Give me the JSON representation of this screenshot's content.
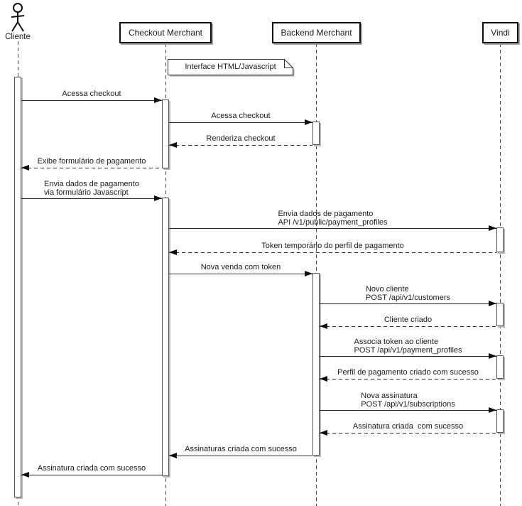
{
  "diagram": {
    "type": "uml-sequence",
    "participants": [
      {
        "id": "cliente",
        "name": "Cliente",
        "kind": "actor"
      },
      {
        "id": "checkout",
        "name": "Checkout Merchant",
        "kind": "participant"
      },
      {
        "id": "backend",
        "name": "Backend Merchant",
        "kind": "participant"
      },
      {
        "id": "vindi",
        "name": "Vindi",
        "kind": "participant"
      }
    ],
    "note": {
      "text": "Interface HTML/Javascript",
      "attached_to": "checkout"
    },
    "messages": [
      {
        "from": "cliente",
        "to": "checkout",
        "line": "solid",
        "lines": [
          "Acessa checkout"
        ]
      },
      {
        "from": "checkout",
        "to": "backend",
        "line": "solid",
        "lines": [
          "Acessa checkout"
        ]
      },
      {
        "from": "backend",
        "to": "checkout",
        "line": "dashed",
        "lines": [
          "Renderiza checkout"
        ]
      },
      {
        "from": "checkout",
        "to": "cliente",
        "line": "dashed",
        "lines": [
          "Exibe formulário de pagamento"
        ]
      },
      {
        "from": "cliente",
        "to": "checkout",
        "line": "solid",
        "lines": [
          "Envia dados de pagamento",
          "via formulário Javascript"
        ]
      },
      {
        "from": "checkout",
        "to": "vindi",
        "line": "solid",
        "lines": [
          "Envia dados de pagamento",
          "API /v1/public/payment_profiles"
        ]
      },
      {
        "from": "vindi",
        "to": "checkout",
        "line": "dashed",
        "lines": [
          "Token temporário do perfil de pagamento"
        ]
      },
      {
        "from": "checkout",
        "to": "backend",
        "line": "solid",
        "lines": [
          "Nova venda com token"
        ]
      },
      {
        "from": "backend",
        "to": "vindi",
        "line": "solid",
        "lines": [
          "Novo cliente",
          "POST /api/v1/customers"
        ]
      },
      {
        "from": "vindi",
        "to": "backend",
        "line": "dashed",
        "lines": [
          "Cliente criado"
        ]
      },
      {
        "from": "backend",
        "to": "vindi",
        "line": "solid",
        "lines": [
          "Associa token ao cliente",
          "POST /api/v1/payment_profiles"
        ]
      },
      {
        "from": "vindi",
        "to": "backend",
        "line": "dashed",
        "lines": [
          "Perfil de pagamento criado com sucesso"
        ]
      },
      {
        "from": "backend",
        "to": "vindi",
        "line": "solid",
        "lines": [
          "Nova assinatura",
          "POST /api/v1/subscriptions"
        ]
      },
      {
        "from": "vindi",
        "to": "backend",
        "line": "dashed",
        "lines": [
          "Assinatura criada  com sucesso"
        ]
      },
      {
        "from": "backend",
        "to": "checkout",
        "line": "solid",
        "lines": [
          "Assinaturas criada com sucesso"
        ]
      },
      {
        "from": "checkout",
        "to": "cliente",
        "line": "solid",
        "lines": [
          "Assinatura criada com sucesso"
        ]
      }
    ],
    "colors": {
      "line": "#2b2b2b",
      "text": "#1a1a1a",
      "background": "#ffffff",
      "shadow": "#a6a6a6"
    }
  }
}
